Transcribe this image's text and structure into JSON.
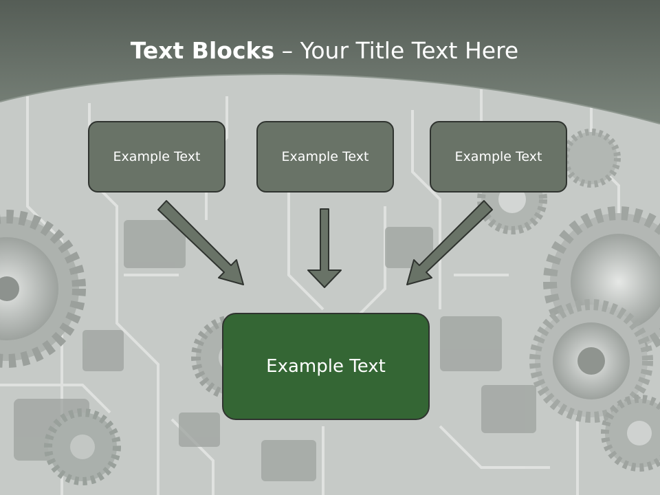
{
  "slide": {
    "title_bold": "Text Blocks",
    "title_separator": "–",
    "title_rest": "Your Title Text Here"
  },
  "blocks": [
    {
      "label": "Example Text"
    },
    {
      "label": "Example Text"
    },
    {
      "label": "Example Text"
    }
  ],
  "target": {
    "label": "Example Text"
  },
  "colors": {
    "header_band": "#6e786f",
    "background": "#c9cdca",
    "small_box_fill": "#697367",
    "target_box_fill": "#346634",
    "arrow_fill": "#697367",
    "border": "#2f332f"
  }
}
